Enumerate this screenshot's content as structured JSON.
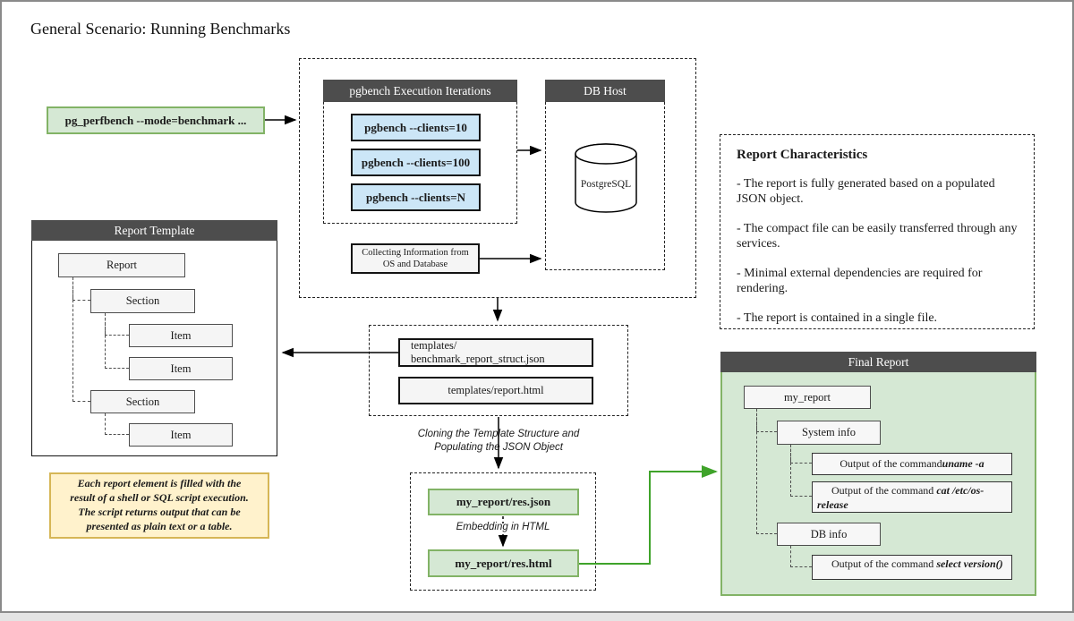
{
  "title": "General Scenario: Running Benchmarks",
  "colors": {
    "header_bg": "#4d4d4d",
    "green_fill": "#d5e8d4",
    "green_border": "#82b366",
    "blue_fill": "#cce6f7",
    "yellow_fill": "#fff2cc",
    "yellow_border": "#d6b656",
    "arrow_green": "#3fa32a"
  },
  "command_box": {
    "label": "pg_perfbench --mode=benchmark ..."
  },
  "execution": {
    "header": "pgbench Execution Iterations",
    "iterations": [
      "pgbench --clients=10",
      "pgbench --clients=100",
      "pgbench --clients=N"
    ],
    "collecting_lines": [
      "Collecting Information from",
      "OS and Database"
    ]
  },
  "db_host": {
    "header": "DB Host",
    "database_label": "PostgreSQL"
  },
  "report_characteristics": {
    "title": "Report Characteristics",
    "items": [
      "- The report is fully generated based on a populated JSON object.",
      "- The compact file can be easily transferred through any services.",
      "- Minimal external dependencies are required for rendering.",
      "- The report is contained in a single file."
    ]
  },
  "report_template": {
    "header": "Report Template",
    "nodes": [
      "Report",
      "Section",
      "Item",
      "Item",
      "Section",
      "Item"
    ]
  },
  "templates_group": {
    "struct_json_lines": [
      "templates/",
      "benchmark_report_struct.json"
    ],
    "report_html": "templates/report.html"
  },
  "annotations": {
    "cloning_lines": [
      "Cloning the Template Structure and",
      "Populating the JSON Object"
    ],
    "embedding": "Embedding in HTML"
  },
  "note": {
    "lines": [
      "Each report element is filled with the",
      "result of a shell or SQL script execution.",
      "The script returns output that can be",
      "presented as plain text or a table."
    ]
  },
  "my_report_group": {
    "res_json": "my_report/res.json",
    "res_html": "my_report/res.html"
  },
  "final_report": {
    "header": "Final Report",
    "root": "my_report",
    "system_info": "System info",
    "db_info": "DB info",
    "outputs": [
      {
        "prefix": "Output of the command ",
        "command": "uname -a"
      },
      {
        "prefix": "Output of the command ",
        "command": "cat /etc/os-release"
      },
      {
        "prefix": "Output of the command ",
        "command": "select version()"
      }
    ]
  }
}
